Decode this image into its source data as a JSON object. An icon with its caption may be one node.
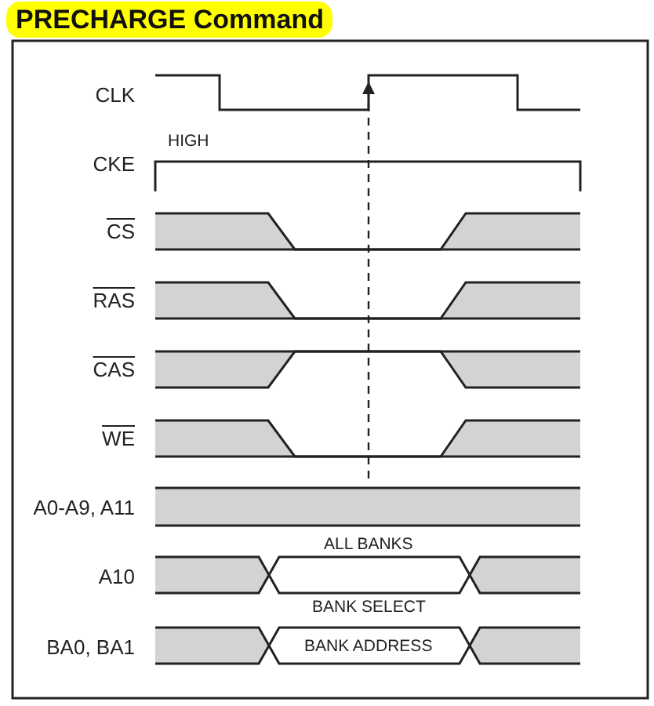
{
  "diagram": {
    "title": "PRECHARGE Command",
    "labels": [
      "CLK",
      "HIGH",
      "CKE",
      "CS",
      "RAS",
      "CAS",
      "WE",
      "A0-A9, A11",
      "ALL BANKS",
      "A10",
      "BANK SELECT",
      "BA0, BA1",
      "BANK ADDRESS"
    ]
  }
}
